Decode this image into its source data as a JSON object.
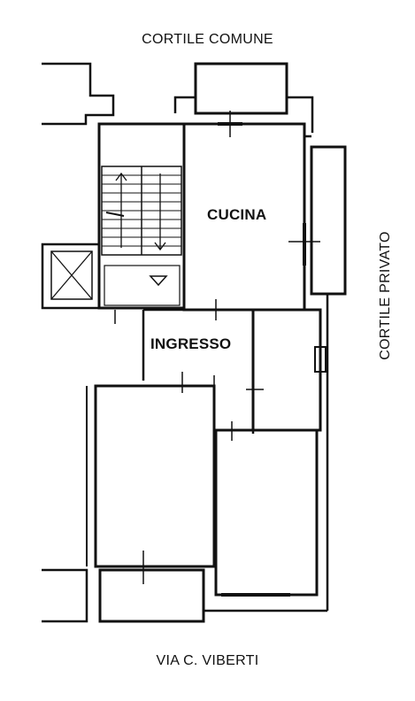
{
  "labels": {
    "top": "CORTILE COMUNE",
    "bottom": "VIA C. VIBERTI",
    "right": "CORTILE PRIVATO"
  },
  "rooms": {
    "cucina": "CUCINA",
    "ingresso": "INGRESSO"
  },
  "colors": {
    "line": "#111111",
    "background": "#ffffff"
  }
}
